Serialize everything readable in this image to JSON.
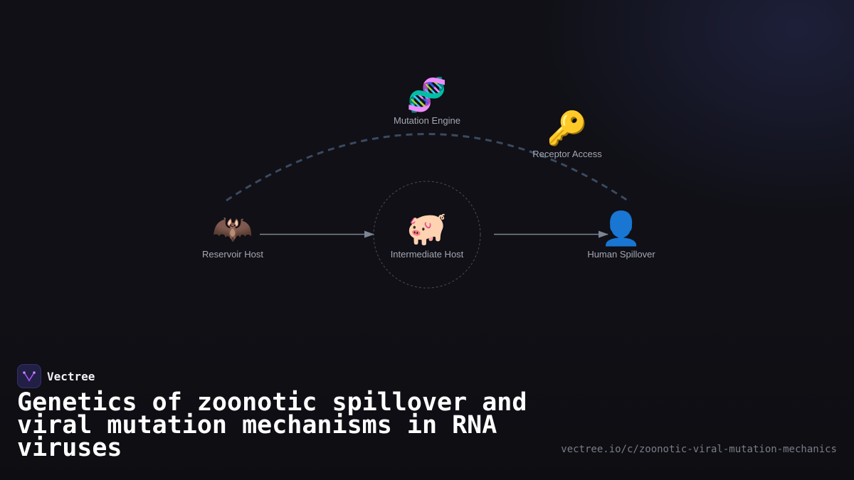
{
  "diagram": {
    "nodes": {
      "reservoir": {
        "icon": "bat-icon",
        "glyph": "🦇",
        "label": "Reservoir Host"
      },
      "intermediate": {
        "icon": "pig-icon",
        "glyph": "🐖",
        "label": "Intermediate Host"
      },
      "human": {
        "icon": "person-icon",
        "glyph": "👤",
        "label": "Human Spillover"
      },
      "mutation": {
        "icon": "dna-icon",
        "glyph": "🧬",
        "label": "Mutation Engine"
      },
      "receptor": {
        "icon": "key-icon",
        "glyph": "🔑",
        "label": "Receptor Access"
      }
    },
    "edges": [
      {
        "from": "Reservoir Host",
        "to": "Intermediate Host",
        "style": "solid-arrow"
      },
      {
        "from": "Intermediate Host",
        "to": "Human Spillover",
        "style": "solid-arrow"
      },
      {
        "from": "Reservoir Host",
        "to": "Human Spillover",
        "style": "dashed-arc"
      }
    ],
    "colors": {
      "arrow": "#7c8594",
      "arc": "#3a4a60",
      "circle": "#4a4d58"
    }
  },
  "brand": {
    "name": "Vectree",
    "logo_color": "#a855f7"
  },
  "title": "Genetics of zoonotic spillover and viral mutation mechanisms in RNA viruses",
  "url": "vectree.io/c/zoonotic-viral-mutation-mechanics"
}
